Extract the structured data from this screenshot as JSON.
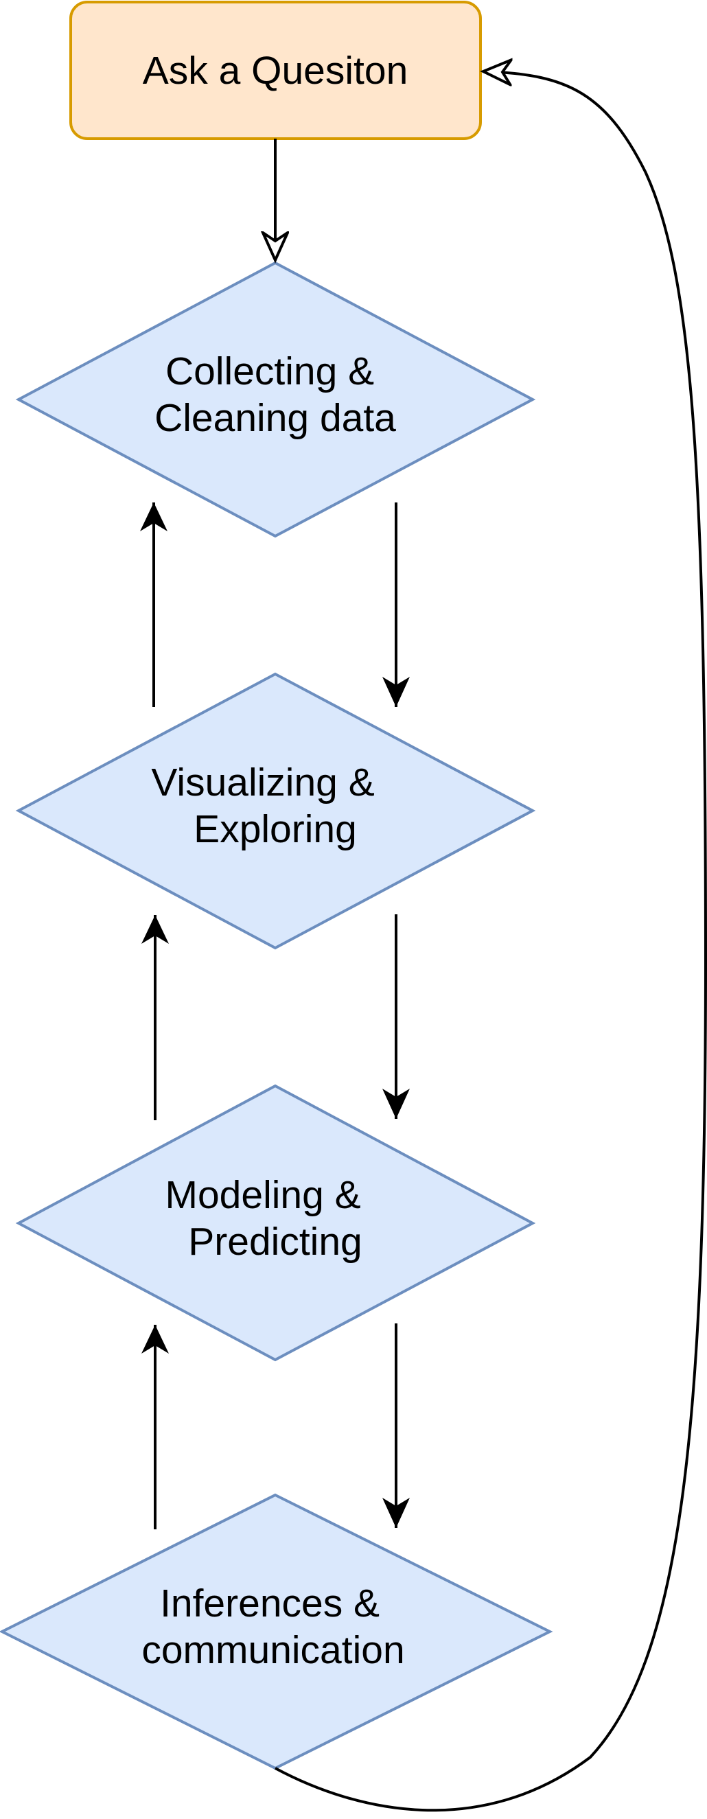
{
  "diagram": {
    "nodes": [
      {
        "id": "ask",
        "shape": "rounded-rect",
        "lines": [
          "Ask a Quesiton"
        ],
        "fill": "#ffe6cc",
        "stroke": "#d79b00"
      },
      {
        "id": "collect",
        "shape": "diamond",
        "lines": [
          "Collecting &",
          "Cleaning data"
        ],
        "fill": "#dae8fc",
        "stroke": "#6c8ebf"
      },
      {
        "id": "visualize",
        "shape": "diamond",
        "lines": [
          "Visualizing &",
          "Exploring"
        ],
        "fill": "#dae8fc",
        "stroke": "#6c8ebf"
      },
      {
        "id": "model",
        "shape": "diamond",
        "lines": [
          "Modeling &",
          "Predicting"
        ],
        "fill": "#dae8fc",
        "stroke": "#6c8ebf"
      },
      {
        "id": "infer",
        "shape": "diamond",
        "lines": [
          "Inferences &",
          "communication"
        ],
        "fill": "#dae8fc",
        "stroke": "#6c8ebf"
      }
    ],
    "edges": [
      {
        "from": "ask",
        "to": "collect",
        "head": "open"
      },
      {
        "from": "collect",
        "to": "visualize",
        "head": "filled"
      },
      {
        "from": "visualize",
        "to": "collect",
        "head": "filled"
      },
      {
        "from": "visualize",
        "to": "model",
        "head": "filled"
      },
      {
        "from": "model",
        "to": "visualize",
        "head": "filled"
      },
      {
        "from": "model",
        "to": "infer",
        "head": "filled"
      },
      {
        "from": "infer",
        "to": "model",
        "head": "filled"
      },
      {
        "from": "infer",
        "to": "ask",
        "head": "open"
      }
    ],
    "colors": {
      "line": "#000000",
      "background": "#ffffff"
    }
  }
}
